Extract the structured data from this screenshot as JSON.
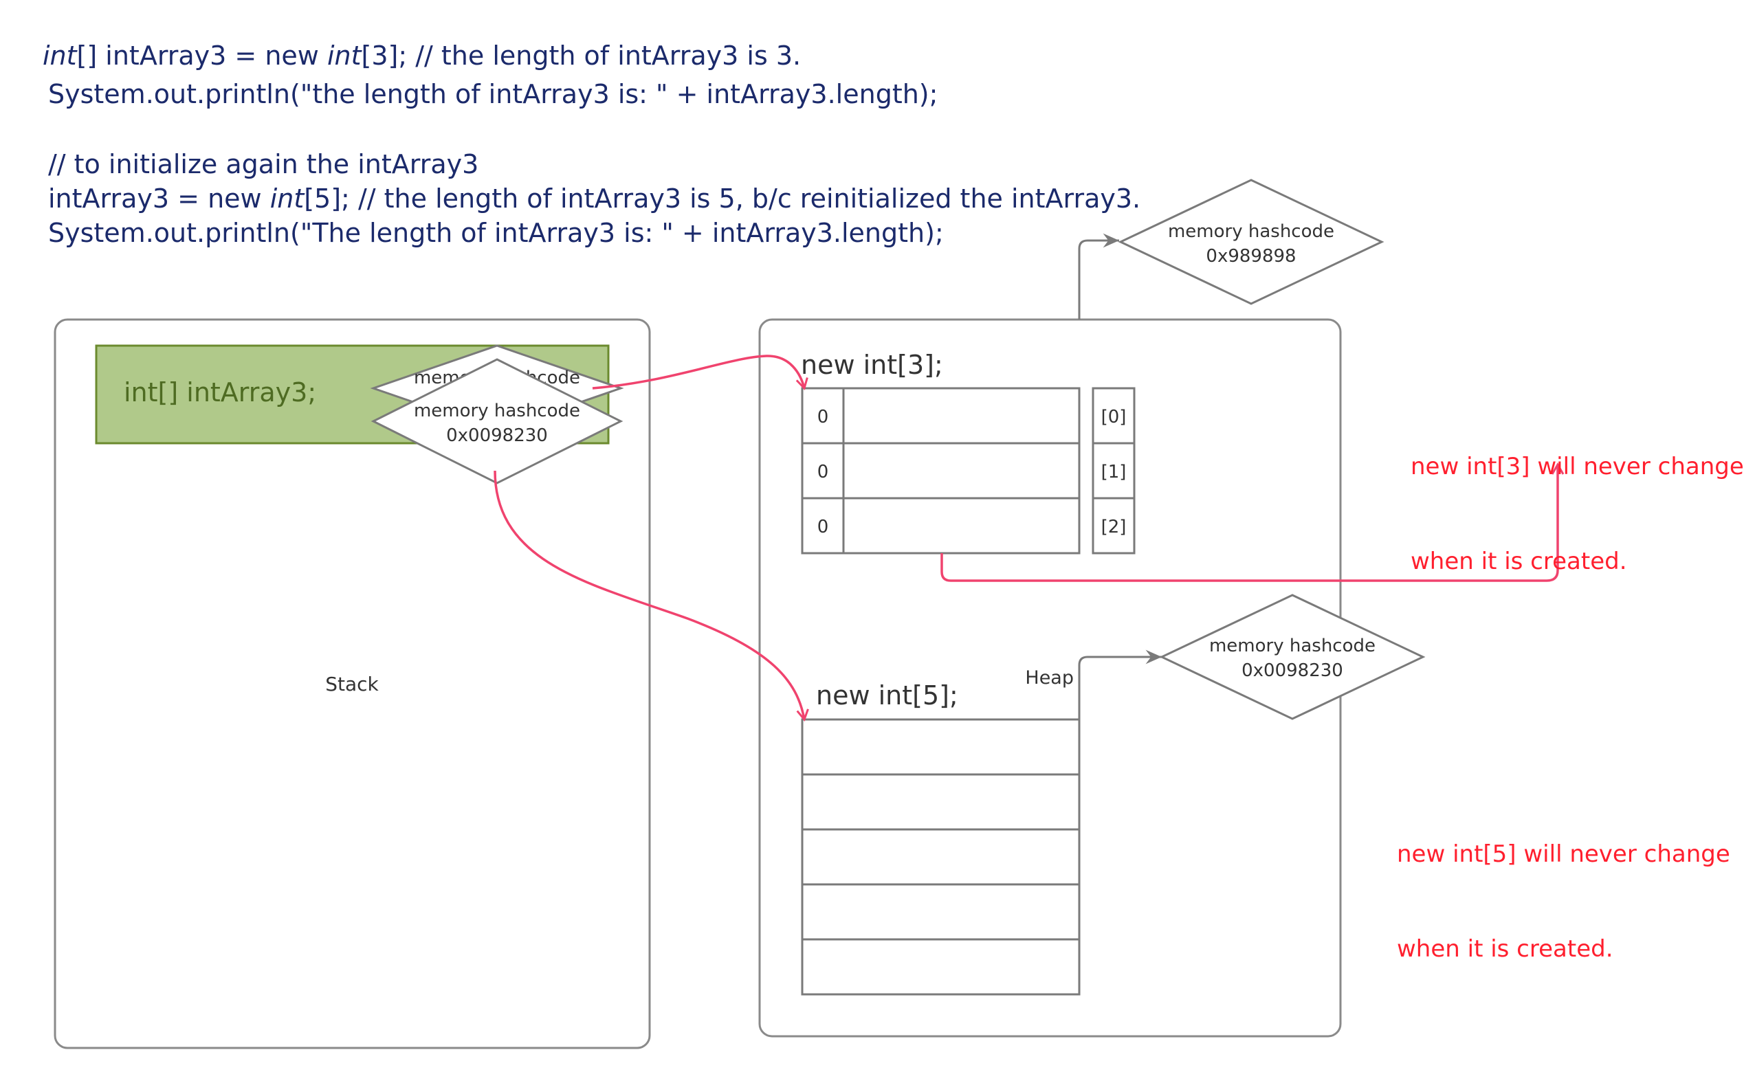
{
  "code": {
    "line1": {
      "t1": "int",
      "t2": "[] intArray3 = new ",
      "t3": "int",
      "t4": "[3]; // the length of intArray3 is 3."
    },
    "line2": "System.out.println(\"the length of intArray3 is: \" + intArray3.length);",
    "line3": "// to initialize again the intArray3",
    "line4": {
      "t1": "intArray3 = new ",
      "t2": "int",
      "t3": "[5]; // the length of intArray3 is 5, b/c reinitialized the intArray3."
    },
    "line5": "System.out.println(\"The length of intArray3 is: \" + intArray3.length);"
  },
  "stack": {
    "label": "Stack",
    "variable": "int[] intArray3;",
    "old_ref": "memory hashcode",
    "ref_title": "memory hashcode",
    "ref_value": "0x0098230"
  },
  "heap": {
    "label": "Heap",
    "array3": {
      "title": "new int[3];",
      "values": [
        "0",
        "0",
        "0"
      ],
      "indices": [
        "[0]",
        "[1]",
        "[2]"
      ],
      "hash_title": "memory hashcode",
      "hash_value": "0x989898"
    },
    "array5": {
      "title": "new int[5];",
      "hash_title": "memory hashcode",
      "hash_value": "0x0098230"
    }
  },
  "notes": {
    "note3_l1": "new int[3] will never change",
    "note3_l2": "when it is created.",
    "note5_l1": "new int[5] will never change",
    "note5_l2": "when it is created."
  },
  "colors": {
    "code_text": "#1b2a6b",
    "stack_var_fill": "#b0c98a",
    "stack_var_stroke": "#6b8a2e",
    "stack_var_text": "#4e6b22",
    "arrow": "#f0436e",
    "note_text": "#ff1f2e",
    "box_stroke": "#7a7a7a"
  }
}
